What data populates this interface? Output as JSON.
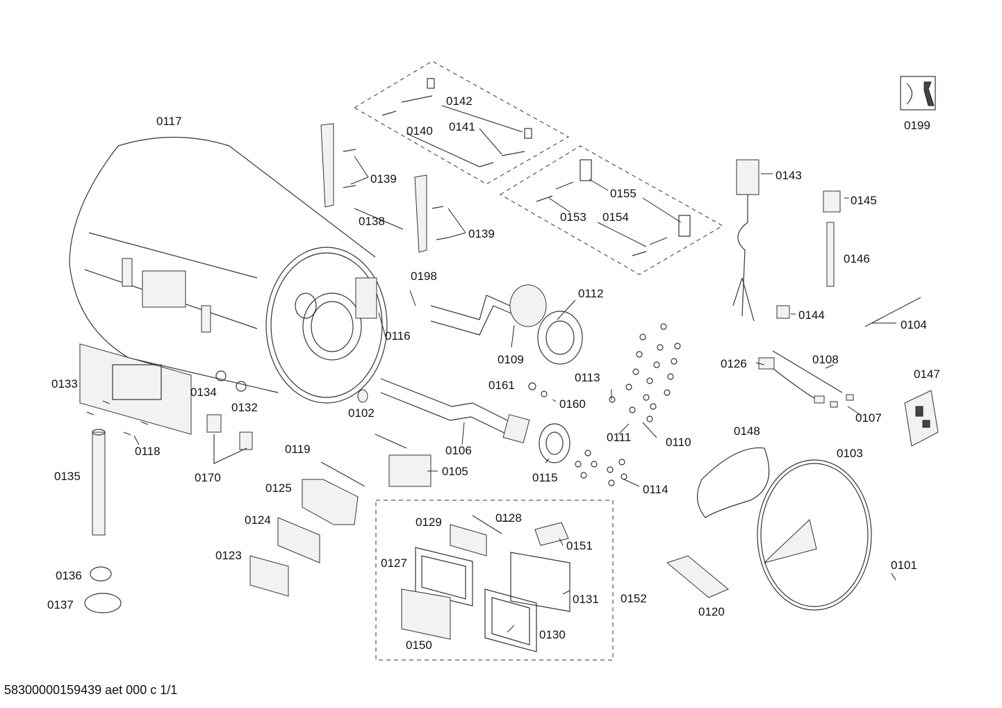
{
  "document": {
    "footer_code": "58300000159439 aet 000 c 1/1"
  },
  "part_numbers": {
    "p0117": "0117",
    "p0142": "0142",
    "p0140": "0140",
    "p0141": "0141",
    "p0139a": "0139",
    "p0139b": "0139",
    "p0138": "0138",
    "p0155": "0155",
    "p0153": "0153",
    "p0154": "0154",
    "p0143": "0143",
    "p0145": "0145",
    "p0199": "0199",
    "p0146": "0146",
    "p0198": "0198",
    "p0112": "0112",
    "p0116": "0116",
    "p0109": "0109",
    "p0144": "0144",
    "p0104": "0104",
    "p0126": "0126",
    "p0108": "0108",
    "p0147": "0147",
    "p0133": "0133",
    "p0134": "0134",
    "p0132": "0132",
    "p0102": "0102",
    "p0161": "0161",
    "p0160": "0160",
    "p0113": "0113",
    "p0107": "0107",
    "p0118": "0118",
    "p0106": "0106",
    "p0111": "0111",
    "p0110": "0110",
    "p0148": "0148",
    "p0103": "0103",
    "p0135": "0135",
    "p0170": "0170",
    "p0119": "0119",
    "p0105": "0105",
    "p0115": "0115",
    "p0125": "0125",
    "p0114": "0114",
    "p0124": "0124",
    "p0129": "0129",
    "p0128": "0128",
    "p0151": "0151",
    "p0123": "0123",
    "p0127": "0127",
    "p0101": "0101",
    "p0136": "0136",
    "p0131": "0131",
    "p0152": "0152",
    "p0137": "0137",
    "p0120": "0120",
    "p0130": "0130",
    "p0150": "0150"
  }
}
